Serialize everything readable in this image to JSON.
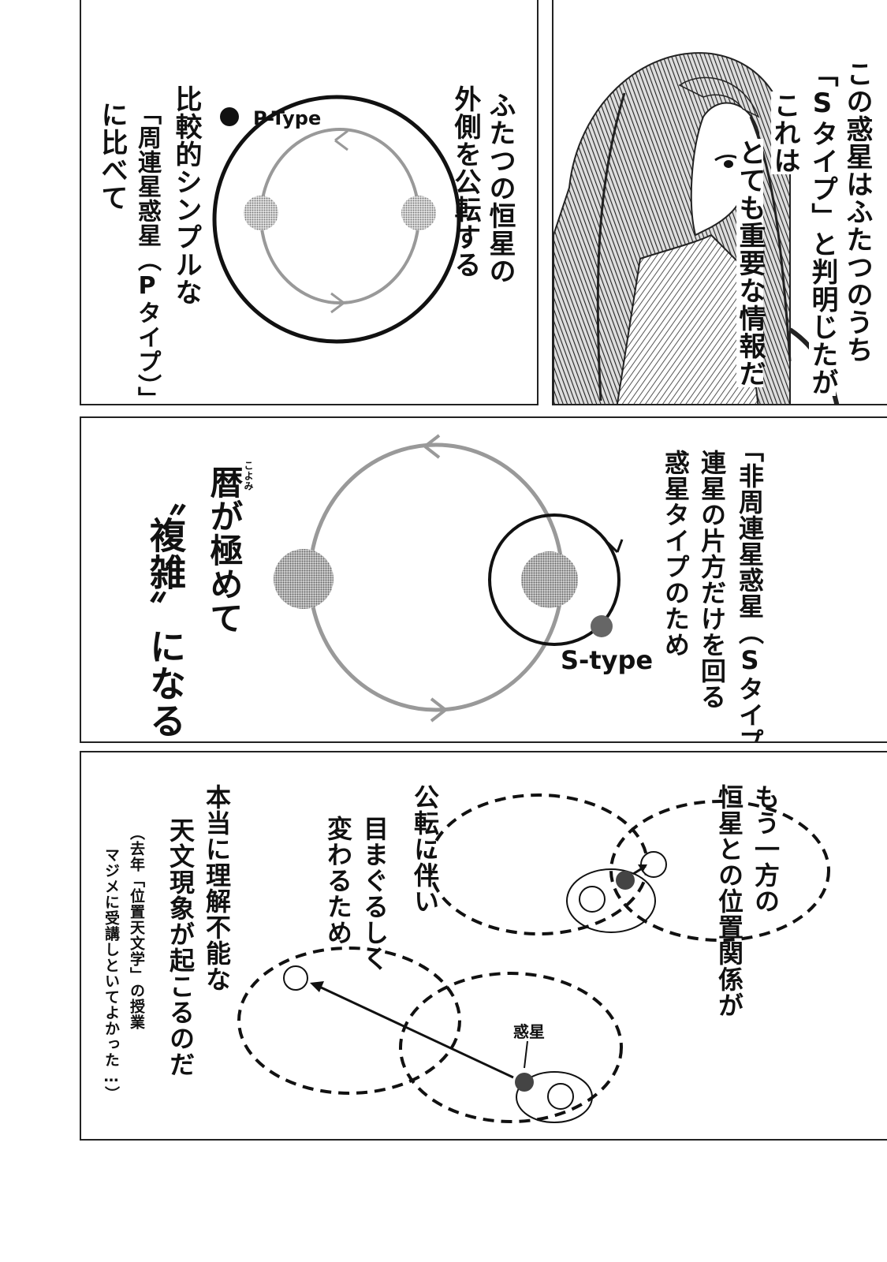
{
  "panel1": {
    "label": "P-Type",
    "lines": [
      "ふたつの恒星の",
      "外側を公転する",
      "比較的シンプルな",
      "「周連星惑星（Pタイプ）」",
      "に比べて"
    ]
  },
  "panel2": {
    "lines": [
      "この惑星はふたつのうち",
      "「Sタイプ」と判明じたが",
      "これは",
      "とても重要な情報だ"
    ]
  },
  "panel3": {
    "label": "S-type",
    "lines": [
      "「非周連星惑星（Sタイプ）」は",
      "連星の片方だけを回る",
      "惑星タイプのため",
      "暦が極めて",
      "〝複雑〟になる"
    ],
    "ruby": "こよみ"
  },
  "panel4": {
    "label": "惑星",
    "lines": [
      "もう一方の",
      "恒星との位置関係が",
      "公転に伴い",
      "目まぐるしく",
      "変わるため",
      "本当に理解不能な",
      "天文現象が起こるのだ",
      "（去年「位置天文学」の授業",
      "マジメに受講しといてよかった…）"
    ]
  }
}
